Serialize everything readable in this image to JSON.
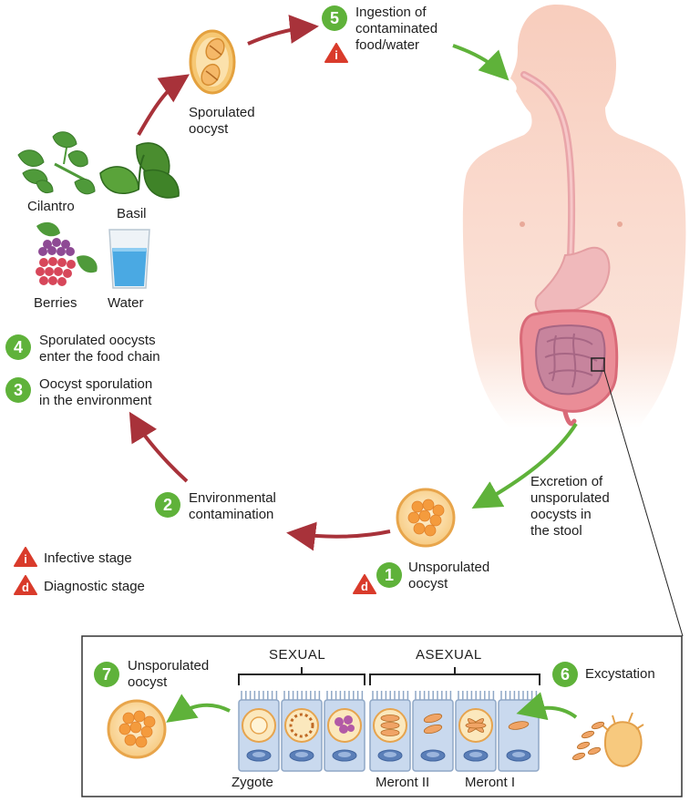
{
  "steps": {
    "s1": {
      "num": "1",
      "text": "Unsporulated\noocyst"
    },
    "s2": {
      "num": "2",
      "text": "Environmental\ncontamination"
    },
    "s3": {
      "num": "3",
      "text": "Oocyst sporulation\nin the environment"
    },
    "s4": {
      "num": "4",
      "text": "Sporulated oocysts\nenter the food chain"
    },
    "s5": {
      "num": "5",
      "text": "Ingestion of\ncontaminated\nfood/water"
    },
    "s6": {
      "num": "6",
      "text": "Excystation"
    },
    "s7": {
      "num": "7",
      "text": "Unsporulated\noocyst"
    }
  },
  "labels": {
    "sporulated_oocyst": "Sporulated\noocyst",
    "cilantro": "Cilantro",
    "basil": "Basil",
    "berries": "Berries",
    "water": "Water",
    "excretion": "Excretion of\nunsporulated\noocysts in\nthe stool",
    "sexual": "SEXUAL",
    "asexual": "ASEXUAL",
    "zygote": "Zygote",
    "meront2": "Meront II",
    "meront1": "Meront I"
  },
  "legend": {
    "infective": {
      "symbol": "i",
      "text": "Infective stage"
    },
    "diagnostic": {
      "symbol": "d",
      "text": "Diagnostic stage"
    }
  },
  "colors": {
    "green_badge": "#5fb23a",
    "red_arrow": "#a8323a",
    "green_arrow": "#5fb23a",
    "warning_red": "#d93b2b",
    "body_skin": "#f9d9cc",
    "oocyst_orange": "#f4a54a",
    "cell_blue": "#c9d9ee"
  }
}
